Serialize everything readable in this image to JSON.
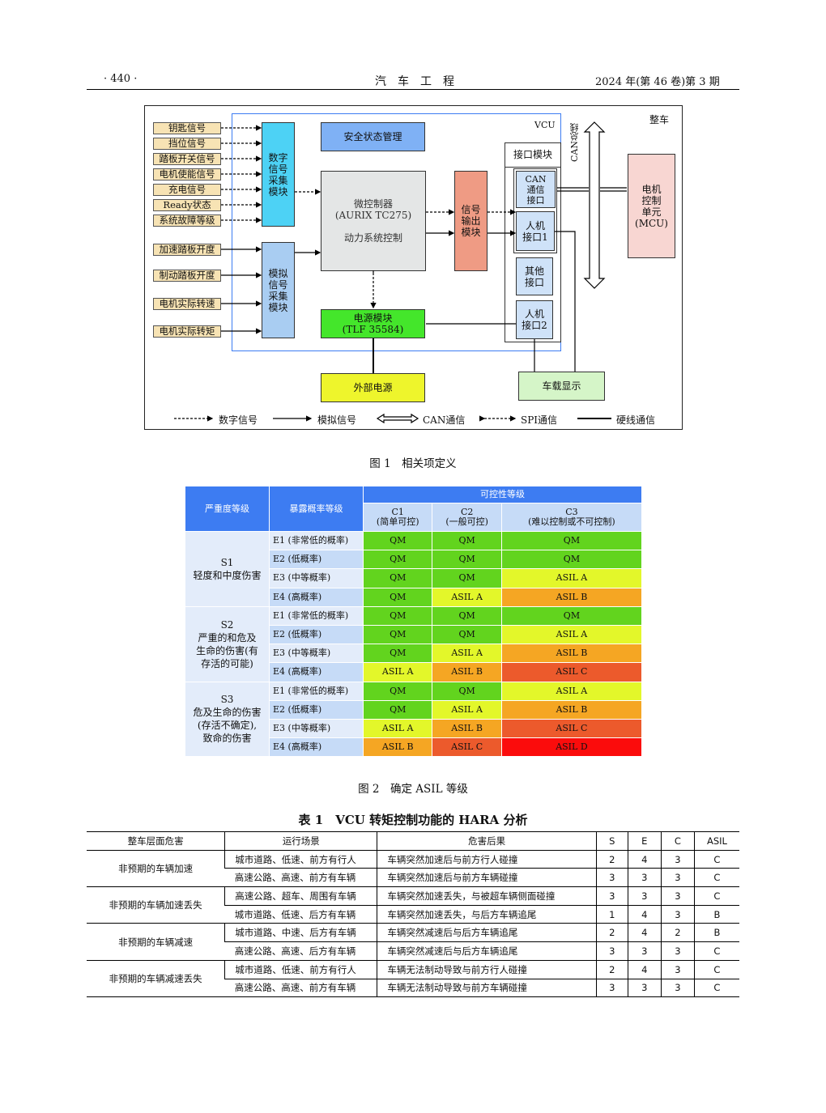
{
  "header": {
    "page": "· 440 ·",
    "journal": "汽　车　工　程",
    "issue": "2024 年(第 46 卷)第 3 期"
  },
  "figure1": {
    "caption": "图 1　相关项定义",
    "vehicle_label": "整车",
    "vcu_label": "VCU",
    "can_bus_label": "CAN总线",
    "digital_inputs": [
      "钥匙信号",
      "挡位信号",
      "踏板开关信号",
      "电机使能信号",
      "充电信号",
      "Ready状态",
      "系统故障等级"
    ],
    "analog_inputs": [
      "加速踏板开度",
      "制动踏板开度",
      "电机实际转速",
      "电机实际转矩"
    ],
    "digital_module": "数字\n信号\n采集\n模块",
    "analog_module": "模拟\n信号\n采集\n模块",
    "safety": "安全状态管理",
    "controller": "微控制器\n(AURIX TC275)\n\n动力系统控制",
    "power_module": "电源模块\n(TLF 35584)",
    "output_module": "信号\n输出\n模块",
    "interface_module": "接口模块",
    "can_interface": "CAN\n通信\n接口",
    "hmi1": "人机\n接口1",
    "other": "其他\n接口",
    "hmi2": "人机\n接口2",
    "mcu": "电机\n控制\n单元\n(MCU)",
    "ext_power": "外部电源",
    "display": "车载显示",
    "legend": [
      "数字信号",
      "模拟信号",
      "CAN通信",
      "SPI通信",
      "硬线通信"
    ]
  },
  "figure2": {
    "caption": "图 2　确定 ASIL 等级",
    "h_severity": "严重度等级",
    "h_exposure": "暴露概率等级",
    "h_control": "可控性等级",
    "controls": [
      {
        "code": "C1",
        "desc": "(简单可控)"
      },
      {
        "code": "C2",
        "desc": "(一般可控)"
      },
      {
        "code": "C3",
        "desc": "(难以控制或不可控制)"
      }
    ],
    "severities": [
      "S1\n轻度和中度伤害",
      "S2\n严重的和危及\n生命的伤害(有\n存活的可能)",
      "S3\n危及生命的伤害\n(存活不确定),\n致命的伤害"
    ],
    "exposures": [
      "E1 (非常低的概率)",
      "E2 (低概率)",
      "E3 (中等概率)",
      "E4 (高概率)"
    ],
    "grid": [
      [
        "QM",
        "QM",
        "QM"
      ],
      [
        "QM",
        "QM",
        "QM"
      ],
      [
        "QM",
        "QM",
        "ASIL A"
      ],
      [
        "QM",
        "ASIL A",
        "ASIL B"
      ],
      [
        "QM",
        "QM",
        "QM"
      ],
      [
        "QM",
        "QM",
        "ASIL A"
      ],
      [
        "QM",
        "ASIL A",
        "ASIL B"
      ],
      [
        "ASIL A",
        "ASIL B",
        "ASIL C"
      ],
      [
        "QM",
        "QM",
        "ASIL A"
      ],
      [
        "QM",
        "ASIL A",
        "ASIL B"
      ],
      [
        "ASIL A",
        "ASIL B",
        "ASIL C"
      ],
      [
        "ASIL B",
        "ASIL C",
        "ASIL D"
      ]
    ],
    "colors": {
      "QM": "#62d41e",
      "ASIL A": "#e3f72a",
      "ASIL B": "#f5a623",
      "ASIL C": "#ec5a2c",
      "ASIL D": "#fb0c0c"
    }
  },
  "table1": {
    "title": "表 1　VCU 转矩控制功能的 HARA 分析",
    "headers": [
      "整车层面危害",
      "运行场景",
      "危害后果",
      "S",
      "E",
      "C",
      "ASIL"
    ],
    "groups": [
      {
        "hazard": "非预期的车辆加速",
        "rows": [
          [
            "城市道路、低速、前方有行人",
            "车辆突然加速后与前方行人碰撞",
            "2",
            "4",
            "3",
            "C"
          ],
          [
            "高速公路、高速、前方有车辆",
            "车辆突然加速后与前方车辆碰撞",
            "3",
            "3",
            "3",
            "C"
          ]
        ]
      },
      {
        "hazard": "非预期的车辆加速丢失",
        "rows": [
          [
            "高速公路、超车、周围有车辆",
            "车辆突然加速丢失，与被超车辆侧面碰撞",
            "3",
            "3",
            "3",
            "C"
          ],
          [
            "城市道路、低速、后方有车辆",
            "车辆突然加速丢失，与后方车辆追尾",
            "1",
            "4",
            "3",
            "B"
          ]
        ]
      },
      {
        "hazard": "非预期的车辆减速",
        "rows": [
          [
            "城市道路、中速、后方有车辆",
            "车辆突然减速后与后方车辆追尾",
            "2",
            "4",
            "2",
            "B"
          ],
          [
            "高速公路、高速、后方有车辆",
            "车辆突然减速后与后方车辆追尾",
            "3",
            "3",
            "3",
            "C"
          ]
        ]
      },
      {
        "hazard": "非预期的车辆减速丢失",
        "rows": [
          [
            "城市道路、低速、前方有行人",
            "车辆无法制动导致与前方行人碰撞",
            "2",
            "4",
            "3",
            "C"
          ],
          [
            "高速公路、高速、前方有车辆",
            "车辆无法制动导致与前方车辆碰撞",
            "3",
            "3",
            "3",
            "C"
          ]
        ]
      }
    ]
  }
}
